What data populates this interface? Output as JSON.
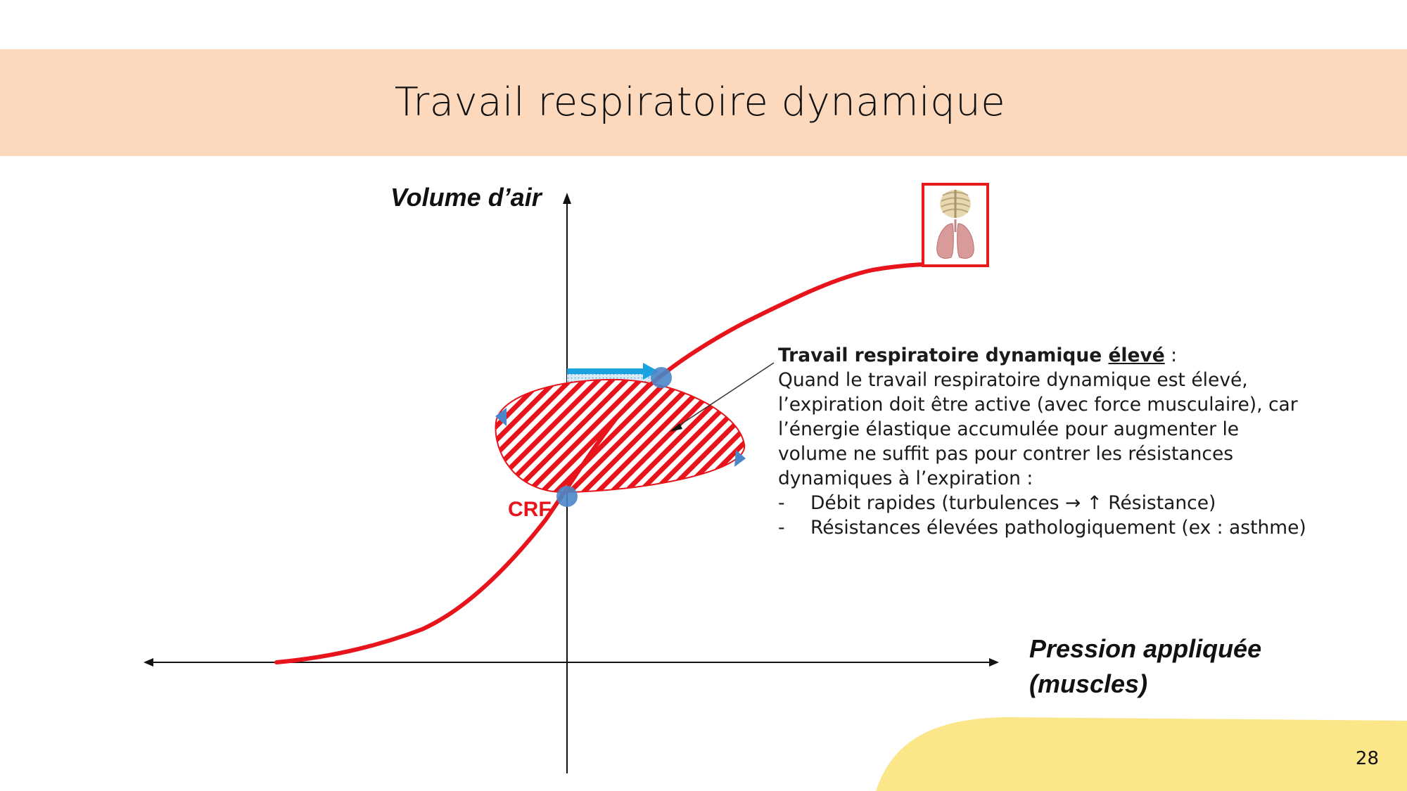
{
  "slide": {
    "title": "Travail respiratoire dynamique",
    "page_number": "28"
  },
  "axes": {
    "y_label": "Volume d’air",
    "x_label_line1": "Pression appliquée",
    "x_label_line2": "(muscles)"
  },
  "markers": {
    "crf_label": "CRF"
  },
  "explanation": {
    "heading_bold": "Travail respiratoire dynamique ",
    "heading_underlined": "élevé",
    "heading_suffix": " :",
    "body": "Quand le travail respiratoire dynamique est élevé, l’expiration doit être active (avec force musculaire), car l’énergie élastique accumulée pour augmenter le volume ne suffit pas pour contrer les résistances dynamiques à l’expiration :",
    "bullets": [
      "Débit rapides (turbulences → ↑ Résistance)",
      "Résistances élevées pathologiquement (ex : asthme)"
    ],
    "bullet_marker": "-"
  },
  "icons": {
    "thorax_lungs": "ribcage-and-lungs-icon"
  },
  "colors": {
    "title_band": "#fcd9bc",
    "curve": "#e8141b",
    "arrow": "#1ba3e0",
    "points": "#4a86c8",
    "accent_blob": "#fbe68a"
  }
}
